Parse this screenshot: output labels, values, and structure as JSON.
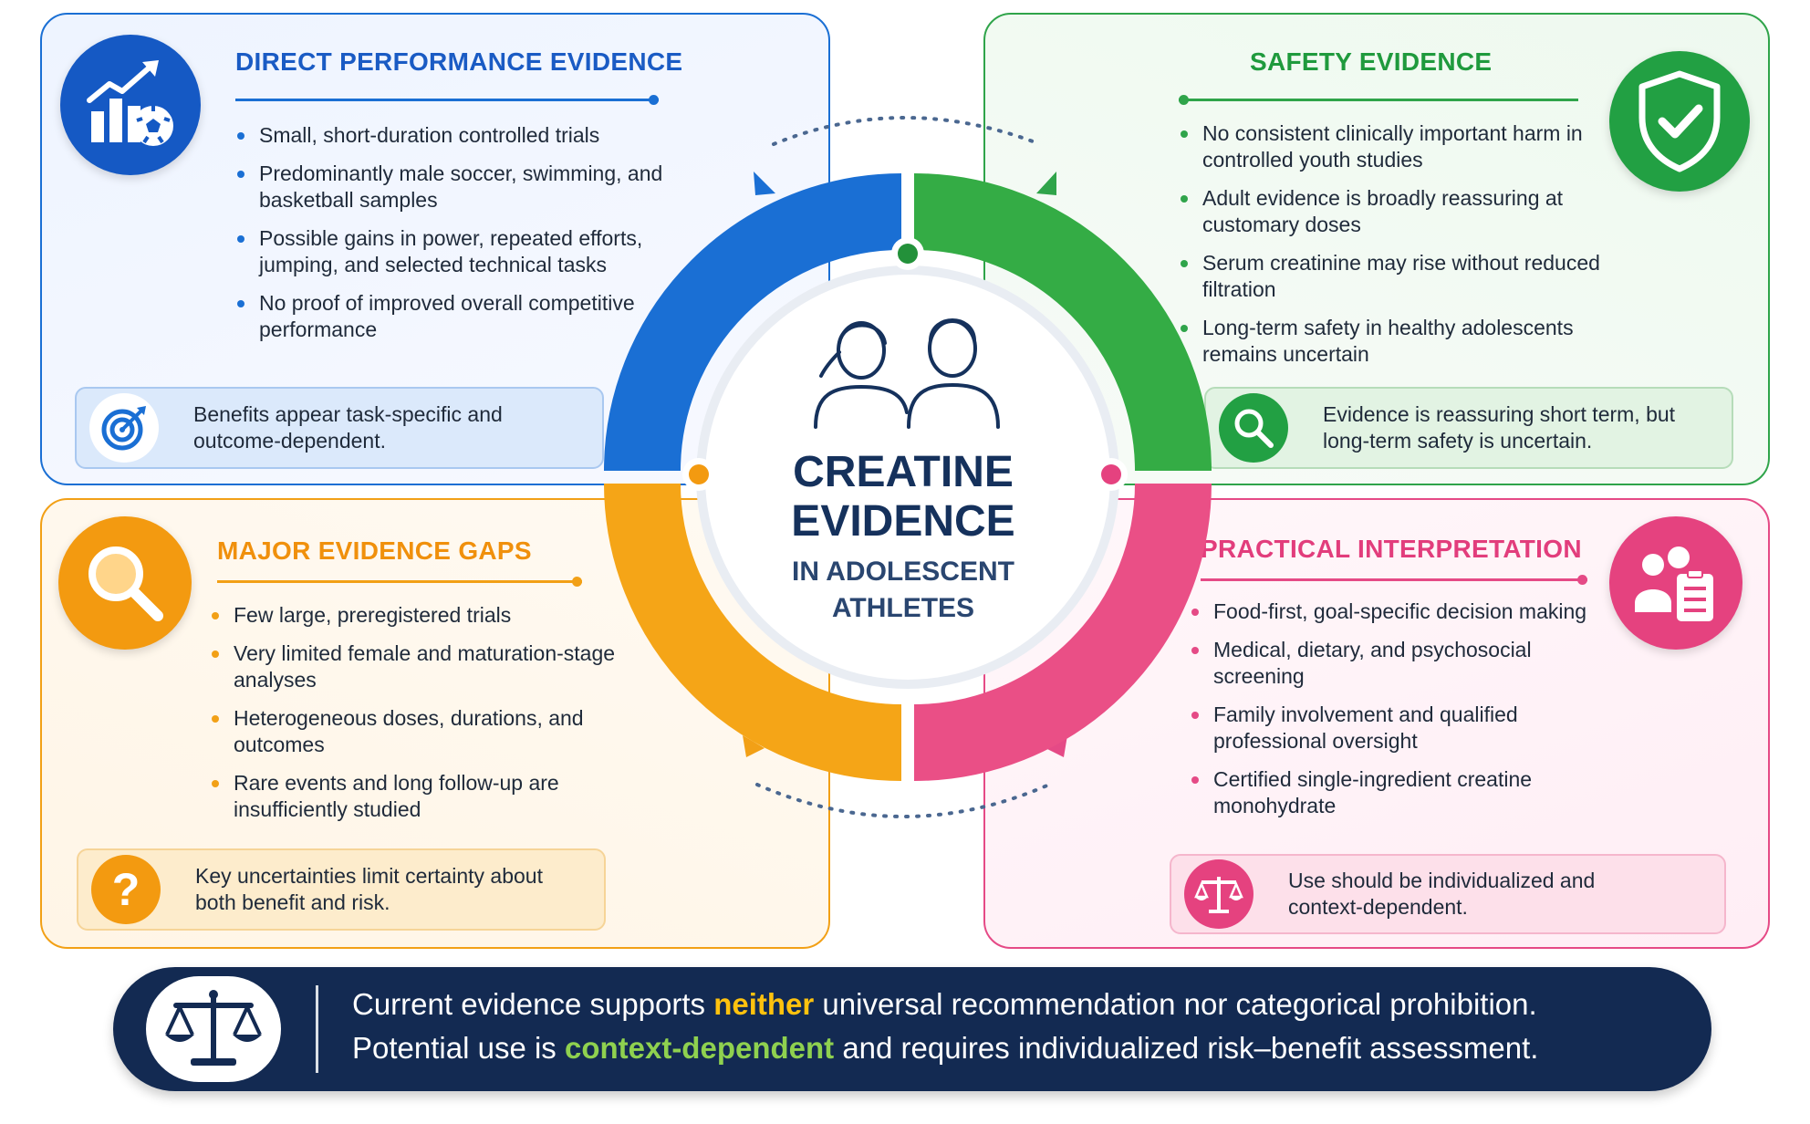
{
  "colors": {
    "blue": "#1a6fd4",
    "green": "#2fa44a",
    "orange": "#f2a016",
    "pink": "#e54a86",
    "navy": "#132a52",
    "highlight_yellow": "#ffc20e",
    "highlight_green": "#8fd14f"
  },
  "center": {
    "title_line1": "CREATINE",
    "title_line2": "EVIDENCE",
    "subtitle_line1": "IN ADOLESCENT",
    "subtitle_line2": "ATHLETES",
    "icon": "two-people-icon"
  },
  "performance": {
    "title": "DIRECT PERFORMANCE EVIDENCE",
    "icon": "chart-soccer-ball-icon",
    "bullets": [
      "Small, short-duration controlled trials",
      "Predominantly male soccer, swimming, and basketball samples",
      "Possible gains in power, repeated efforts, jumping, and selected technical tasks",
      "No proof of improved overall competitive performance"
    ],
    "callout_icon": "target-icon",
    "callout": "Benefits appear task-specific and outcome-dependent."
  },
  "safety": {
    "title": "SAFETY EVIDENCE",
    "icon": "shield-check-icon",
    "bullets": [
      "No consistent clinically important harm in controlled youth studies",
      "Adult evidence is broadly reassuring at customary doses",
      "Serum creatinine may rise without reduced filtration",
      "Long-term safety in healthy adolescents remains uncertain"
    ],
    "callout_icon": "magnifier-icon",
    "callout": "Evidence is reassuring short term, but long-term safety is uncertain."
  },
  "gaps": {
    "title": "MAJOR EVIDENCE GAPS",
    "icon": "magnifier-icon",
    "bullets": [
      "Few large, preregistered trials",
      "Very limited female and maturation-stage analyses",
      "Heterogeneous doses, durations, and outcomes",
      "Rare events and long follow-up are insufficiently studied"
    ],
    "callout_icon": "question-mark-icon",
    "callout": "Key uncertainties limit certainty about both benefit and risk."
  },
  "practical": {
    "title": "PRACTICAL INTERPRETATION",
    "icon": "people-clipboard-icon",
    "bullets": [
      "Food-first, goal-specific decision making",
      "Medical, dietary, and psychosocial screening",
      "Family involvement and qualified professional oversight",
      "Certified single-ingredient creatine monohydrate"
    ],
    "callout_icon": "scales-icon",
    "callout": "Use should be individualized and context-dependent."
  },
  "banner": {
    "icon": "scales-icon",
    "line1_pre": "Current evidence supports ",
    "line1_highlight": "neither",
    "line1_post": " universal recommendation nor categorical prohibition.",
    "line2_pre": "Potential use is ",
    "line2_highlight": "context-dependent",
    "line2_post": " and requires individualized risk–benefit assessment."
  }
}
